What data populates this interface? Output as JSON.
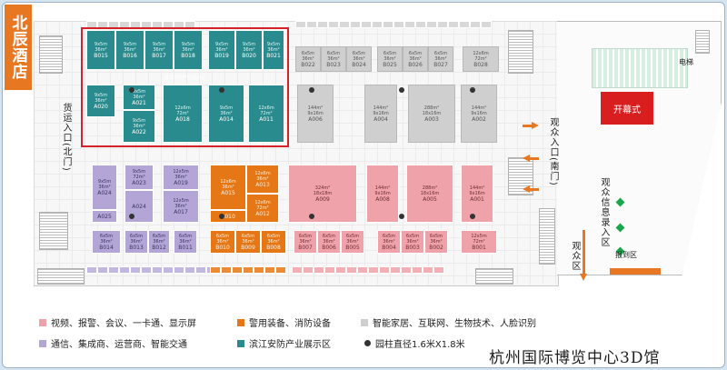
{
  "hotel_name": "北辰酒店",
  "labels": {
    "cargo_entrance": "货运入口(北门)",
    "audience_entrance": "观众入口(南门)",
    "audience_register": "观众信息录入区",
    "audience_zone": "观众区",
    "opening": "开幕式",
    "elevator": "电梯",
    "report_area": "报到区",
    "zone_title": "滨江安防产业展示区",
    "venue_title": "杭州国际博览中心3D馆"
  },
  "colors": {
    "teal": "#2a8b8e",
    "pink": "#f0a2aa",
    "gray": "#cfcfcf",
    "orange": "#e57716",
    "purple": "#b3a6d6",
    "red_frame": "#d6202a",
    "opening": "#d81e1e",
    "arrow": "#e87722",
    "diamond": "#1aa64a"
  },
  "legend": [
    {
      "color": "#f0a2aa",
      "text": "视频、报警、会议、一卡通、显示屏"
    },
    {
      "color": "#e57716",
      "text": "警用装备、消防设备"
    },
    {
      "color": "#cfcfcf",
      "text": "智能家居、互联网、生物技术、人脸识别"
    },
    {
      "color": "#b3a6d6",
      "text": "通信、集成商、运营商、智能交通"
    },
    {
      "color": "#2a8b8e",
      "text": "滨江安防产业展示区"
    },
    {
      "icon": "pillar-icon",
      "text": "园柱直径1.6米X1.8米"
    }
  ],
  "booths": [
    {
      "id": "B015",
      "size": "9x5m\n36m²",
      "cat": "teal"
    },
    {
      "id": "B016",
      "size": "9x5m\n36m²",
      "cat": "teal"
    },
    {
      "id": "B017",
      "size": "9x5m\n36m²",
      "cat": "teal"
    },
    {
      "id": "B018",
      "size": "9x5m\n36m²",
      "cat": "teal"
    },
    {
      "id": "B019",
      "size": "9x5m\n36m²",
      "cat": "teal"
    },
    {
      "id": "B020",
      "size": "9x5m\n36m²",
      "cat": "teal"
    },
    {
      "id": "B021",
      "size": "9x5m\n36m²",
      "cat": "teal"
    },
    {
      "id": "A020",
      "size": "9x5m\n36m²",
      "cat": "teal"
    },
    {
      "id": "A021",
      "size": "9x5m\n36m²",
      "cat": "teal"
    },
    {
      "id": "A022",
      "size": "9x5m\n36m²",
      "cat": "teal"
    },
    {
      "id": "A018",
      "size": "12x6m\n72m²",
      "cat": "teal"
    },
    {
      "id": "A014",
      "size": "9x5m\n36m²",
      "cat": "teal"
    },
    {
      "id": "A011",
      "size": "12x6m\n72m²",
      "cat": "teal"
    },
    {
      "id": "B022",
      "size": "6x5m\n36m²",
      "cat": "gray"
    },
    {
      "id": "B023",
      "size": "6x5m\n36m²",
      "cat": "gray"
    },
    {
      "id": "B024",
      "size": "6x5m\n36m²",
      "cat": "gray"
    },
    {
      "id": "B025",
      "size": "6x5m\n36m²",
      "cat": "gray"
    },
    {
      "id": "B026",
      "size": "6x5m\n36m²",
      "cat": "gray"
    },
    {
      "id": "B027",
      "size": "6x5m\n36m²",
      "cat": "gray"
    },
    {
      "id": "B028",
      "size": "12x6m\n72m²",
      "cat": "gray"
    },
    {
      "id": "A006",
      "size": "144m²\n9x16m",
      "cat": "gray"
    },
    {
      "id": "A004",
      "size": "144m²\n9x16m",
      "cat": "gray"
    },
    {
      "id": "A003",
      "size": "288m²\n18x16m",
      "cat": "gray"
    },
    {
      "id": "A002",
      "size": "144m²\n9x16m",
      "cat": "gray"
    },
    {
      "id": "A024",
      "size": "9x5m\n36m²",
      "cat": "purple"
    },
    {
      "id": "A023",
      "size": "9x5m\n72m²",
      "cat": "purple"
    },
    {
      "id": "A019",
      "size": "12x5m\n36m²",
      "cat": "purple"
    },
    {
      "id": "A017",
      "size": "12x5m\n36m²",
      "cat": "purple"
    },
    {
      "id": "A025",
      "size": "",
      "cat": "purple"
    },
    {
      "id": "A024",
      "size": "",
      "cat": "purple"
    },
    {
      "id": "A015",
      "size": "12x6m\n36m²",
      "cat": "orange"
    },
    {
      "id": "A013",
      "size": "12x6m\n36m²",
      "cat": "orange"
    },
    {
      "id": "A012",
      "size": "12x6m\n72m²",
      "cat": "orange"
    },
    {
      "id": "A010",
      "size": "",
      "cat": "orange"
    },
    {
      "id": "A009",
      "size": "324m²\n18x18m",
      "cat": "pink"
    },
    {
      "id": "A008",
      "size": "144m²\n9x16m",
      "cat": "pink"
    },
    {
      "id": "A005",
      "size": "288m²\n18x16m",
      "cat": "pink"
    },
    {
      "id": "A001",
      "size": "144m²\n9x16m",
      "cat": "pink"
    },
    {
      "id": "B014",
      "size": "6x5m\n36m²",
      "cat": "purple"
    },
    {
      "id": "B013",
      "size": "6x5m\n36m²",
      "cat": "purple"
    },
    {
      "id": "B012",
      "size": "6x5m\n36m²",
      "cat": "purple"
    },
    {
      "id": "B011",
      "size": "6x5m\n36m²",
      "cat": "purple"
    },
    {
      "id": "B010",
      "size": "6x5m\n36m²",
      "cat": "orange"
    },
    {
      "id": "B009",
      "size": "6x5m\n36m²",
      "cat": "orange"
    },
    {
      "id": "B008",
      "size": "6x5m\n36m²",
      "cat": "orange"
    },
    {
      "id": "B007",
      "size": "6x5m\n36m²",
      "cat": "pink"
    },
    {
      "id": "B006",
      "size": "6x5m\n36m²",
      "cat": "pink"
    },
    {
      "id": "B005",
      "size": "6x5m\n36m²",
      "cat": "pink"
    },
    {
      "id": "B004",
      "size": "6x5m\n36m²",
      "cat": "pink"
    },
    {
      "id": "B003",
      "size": "6x5m\n36m²",
      "cat": "pink"
    },
    {
      "id": "B002",
      "size": "6x5m\n36m²",
      "cat": "pink"
    },
    {
      "id": "B001",
      "size": "12x5m\n72m²",
      "cat": "pink"
    }
  ]
}
